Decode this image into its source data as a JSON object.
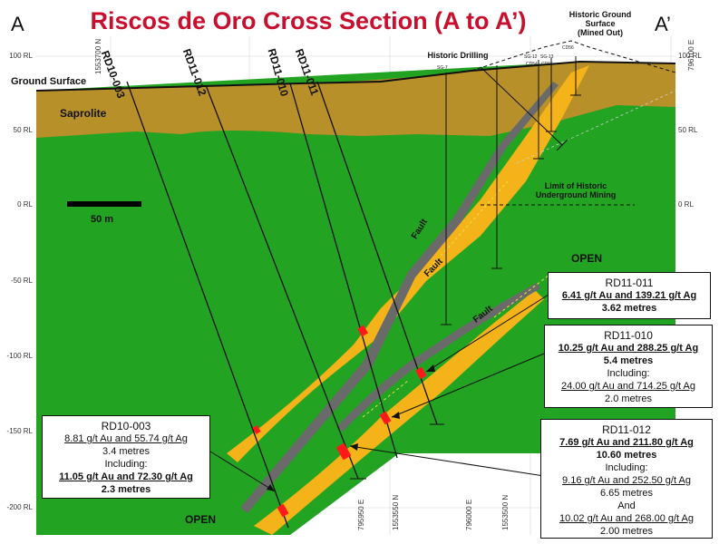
{
  "title": "Riscos de Oro Cross Section (A to A’)",
  "corner_left": "A",
  "corner_right": "A’",
  "rl_labels": [
    "100 RL",
    "50 RL",
    "0 RL",
    "-50 RL",
    "-100 RL",
    "-150 RL",
    "-200 RL"
  ],
  "ground_surface": "Ground Surface",
  "saprolite": "Saprolite",
  "historic_ground_surface": [
    "Historic Ground",
    "Surface",
    "(Mined Out)"
  ],
  "historic_drilling": "Historic Drilling",
  "limit_historic": [
    "Limit of Historic",
    "Underground Mining"
  ],
  "scale_label": "50 m",
  "fault_label": "Fault",
  "open_label": "OPEN",
  "historic_holes": [
    "SG-7",
    "SG-12",
    "SG-13",
    "CD54",
    "CD55",
    "CD56"
  ],
  "top_coords": [
    "1553700 N",
    "796100 E"
  ],
  "bottom_coords": [
    "795950 E",
    "1553550 N",
    "796000 E",
    "1553500 N"
  ],
  "drill_holes": [
    "RD10-003",
    "RD11-012",
    "RD11-010",
    "RD11-011"
  ],
  "boxes": {
    "rd11_011": {
      "hole": "RD11-011",
      "intercept": "6.41 g/t Au and 139.21 g/t Ag",
      "width": "3.62 metres"
    },
    "rd11_010": {
      "hole": "RD11-010",
      "intercept": "10.25 g/t Au and 288.25 g/t Ag",
      "width": "5.4 metres",
      "including": "Including:",
      "inc_intercept": "24.00 g/t Au and 714.25 g/t Ag",
      "inc_width": "2.0 metres"
    },
    "rd11_012": {
      "hole": "RD11-012",
      "intercept": "7.69 g/t Au and 211.80 g/t Ag",
      "width": "10.60 metres",
      "including": "Including:",
      "inc1_intercept": "9.16 g/t Au and 252.50 g/t Ag",
      "inc1_width": "6.65 metres",
      "and": "And",
      "inc2_intercept": "10.02 g/t Au and 268.00 g/t Ag",
      "inc2_width": "2.00 metres"
    },
    "rd10_003": {
      "hole": "RD10-003",
      "intercept": "8.81 g/t Au and 55.74 g/t Ag",
      "width": "3.4 metres",
      "including": "Including:",
      "inc_intercept": "11.05 g/t Au and 72.30 g/t Ag",
      "inc_width": "2.3 metres"
    }
  },
  "colors": {
    "host_rock": "#22a322",
    "saprolite": "#b8902a",
    "vein": "#f5b31a",
    "fault_zone": "#6a6a6a",
    "high_grade": "#ff1a1a",
    "title": "#c8102e"
  }
}
